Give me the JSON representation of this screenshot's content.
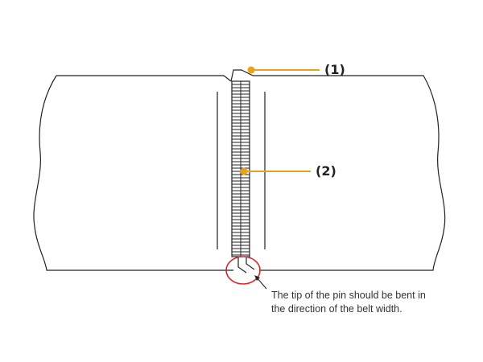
{
  "callouts": [
    {
      "id": "1",
      "label": "(1)"
    },
    {
      "id": "2",
      "label": "(2)"
    }
  ],
  "note": {
    "line1": "The tip of the pin should be bent in",
    "line2": "the direction of the belt width."
  },
  "colors": {
    "outline": "#222222",
    "callout": "#e8a21b",
    "highlight_circle": "#d9262c",
    "text": "#333333"
  }
}
